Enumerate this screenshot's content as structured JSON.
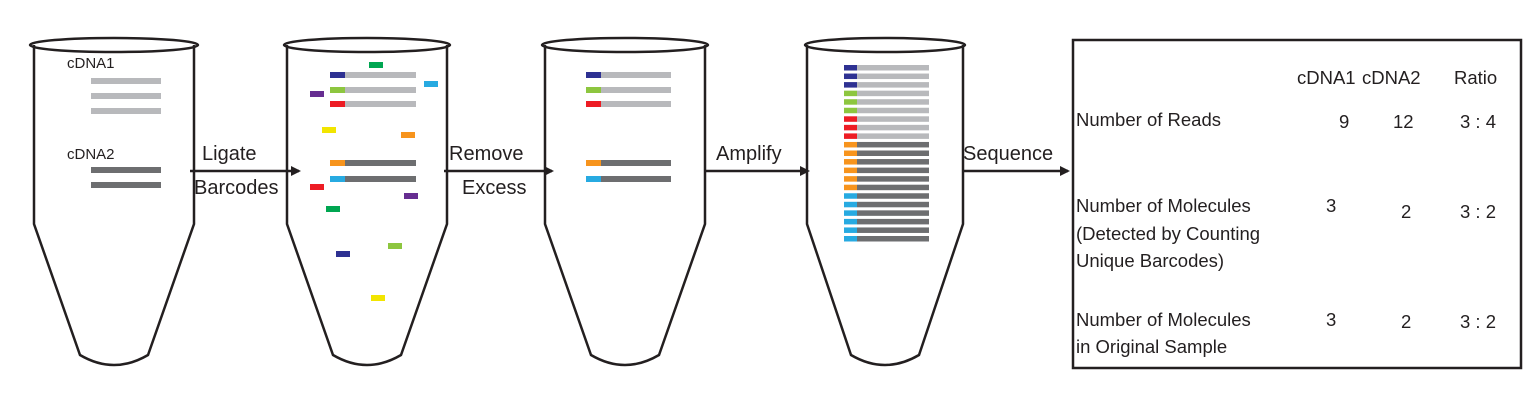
{
  "colors": {
    "ink": "#231f20",
    "cdna1_strand": "#b8b9bc",
    "cdna2_strand": "#6d6e70",
    "barcode_navy": "#2e3192",
    "barcode_green": "#8dc63f",
    "barcode_red": "#ed1c24",
    "barcode_orange": "#f7941d",
    "barcode_cyan": "#27aae1",
    "barcode_yellow": "#f2e500",
    "barcode_purple": "#662d91",
    "barcode_darkgreen": "#00a651"
  },
  "tube1": {
    "cdna1_label": "cDNA1",
    "cdna2_label": "cDNA2"
  },
  "steps": {
    "ligate": [
      "Ligate",
      "Barcodes"
    ],
    "remove": [
      "Remove",
      "Excess"
    ],
    "amplify": [
      "Amplify"
    ],
    "sequence": [
      "Sequence"
    ]
  },
  "table": {
    "headers": [
      "cDNA1",
      "cDNA2",
      "Ratio"
    ],
    "rows": [
      {
        "label": [
          "Number of Reads"
        ],
        "cdna1": "9",
        "cdna2": "12",
        "ratio": "3 : 4"
      },
      {
        "label": [
          "Number of Molecules",
          "(Detected by Counting",
          "Unique Barcodes)"
        ],
        "cdna1": "3",
        "cdna2": "2",
        "ratio": "3 : 2"
      },
      {
        "label": [
          "Number of Molecules",
          "in Original Sample"
        ],
        "cdna1": "3",
        "cdna2": "2",
        "ratio": "3 : 2"
      }
    ]
  }
}
